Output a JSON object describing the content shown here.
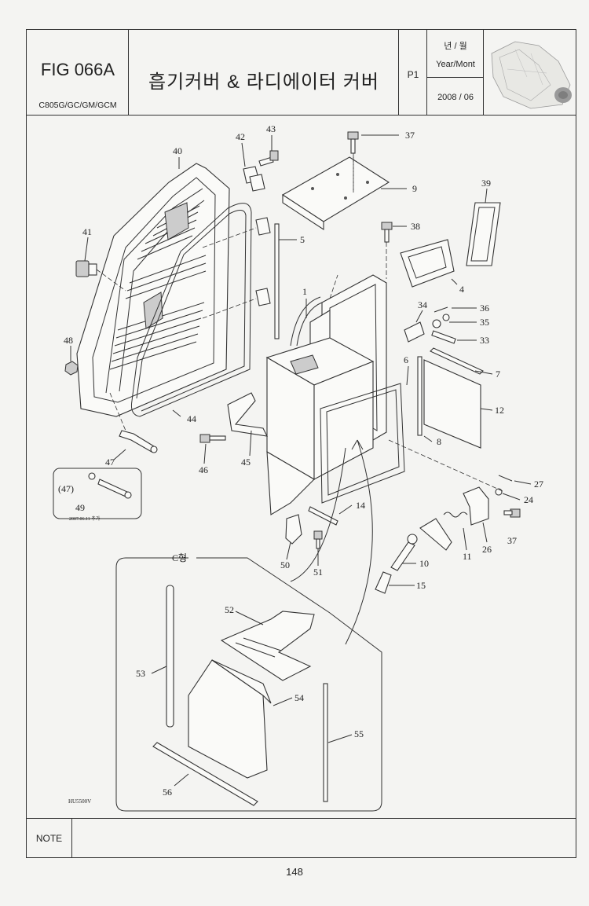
{
  "header": {
    "fig_no": "FIG 066A",
    "models": "C805G/GC/GM/GCM",
    "title": "흡기커버 & 라디에이터 커버",
    "page": "P1",
    "year_month_kr": "년 / 월",
    "year_month_en": "Year/Mont",
    "date": "2008 / 06"
  },
  "callouts": [
    "1",
    "4",
    "5",
    "6",
    "7",
    "8",
    "9",
    "10",
    "11",
    "12",
    "14",
    "15",
    "24",
    "26",
    "27",
    "33",
    "34",
    "35",
    "36",
    "37",
    "37",
    "38",
    "39",
    "40",
    "41",
    "42",
    "43",
    "44",
    "45",
    "46",
    "47",
    "48",
    "(47)",
    "49",
    "50",
    "51",
    "52",
    "53",
    "54",
    "55",
    "56"
  ],
  "detail_label": "C형",
  "revision_note": "2007.06.11 추가",
  "drawing_code": "HU5500V",
  "note_label": "NOTE",
  "page_number": "148"
}
